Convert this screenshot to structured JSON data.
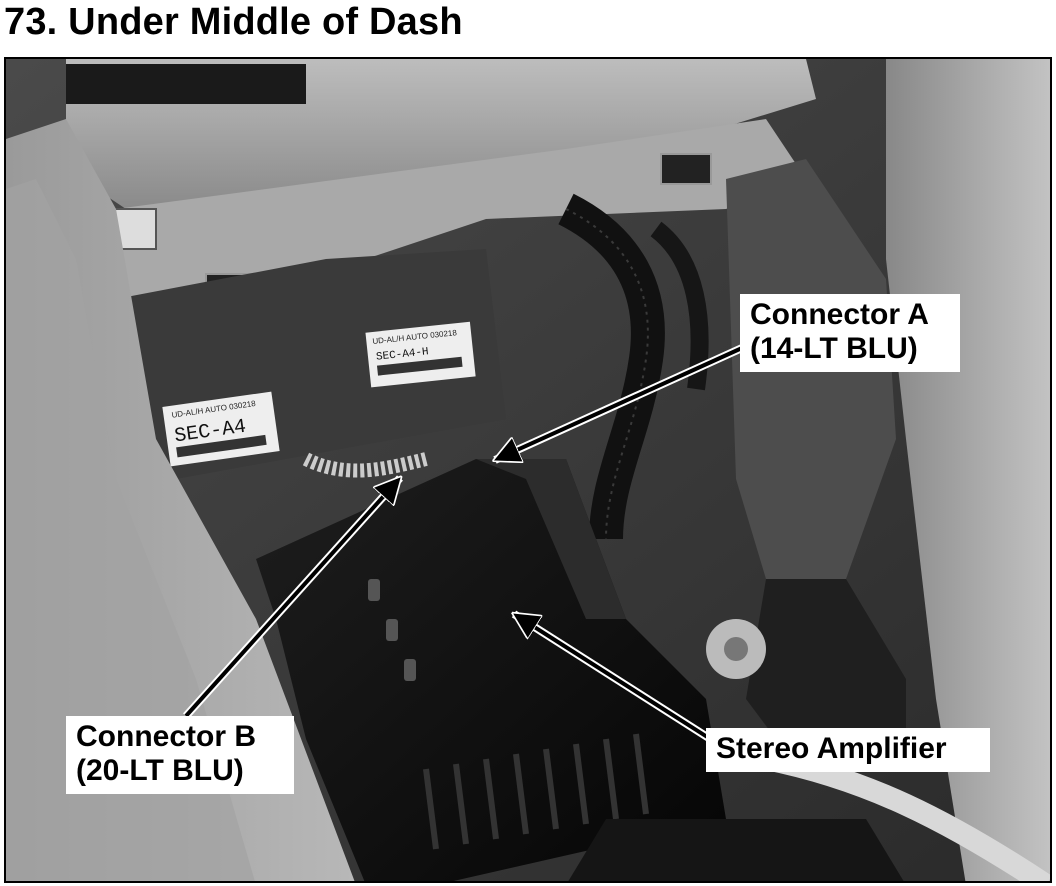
{
  "title": "73. Under Middle of Dash",
  "photo": {
    "labels": {
      "sticker_left": "SEC-A4",
      "sticker_left_small": "UD-AL/H   AUTO     030218",
      "sticker_right": "SEC-A4-H",
      "sticker_right_small": "UD-AL/H   AUTO     030218"
    }
  },
  "callouts": {
    "connector_a": {
      "line1": "Connector A",
      "line2": "(14-LT BLU)"
    },
    "connector_b": {
      "line1": "Connector B",
      "line2": "(20-LT BLU)"
    },
    "stereo_amplifier": {
      "line1": "Stereo Amplifier"
    }
  }
}
